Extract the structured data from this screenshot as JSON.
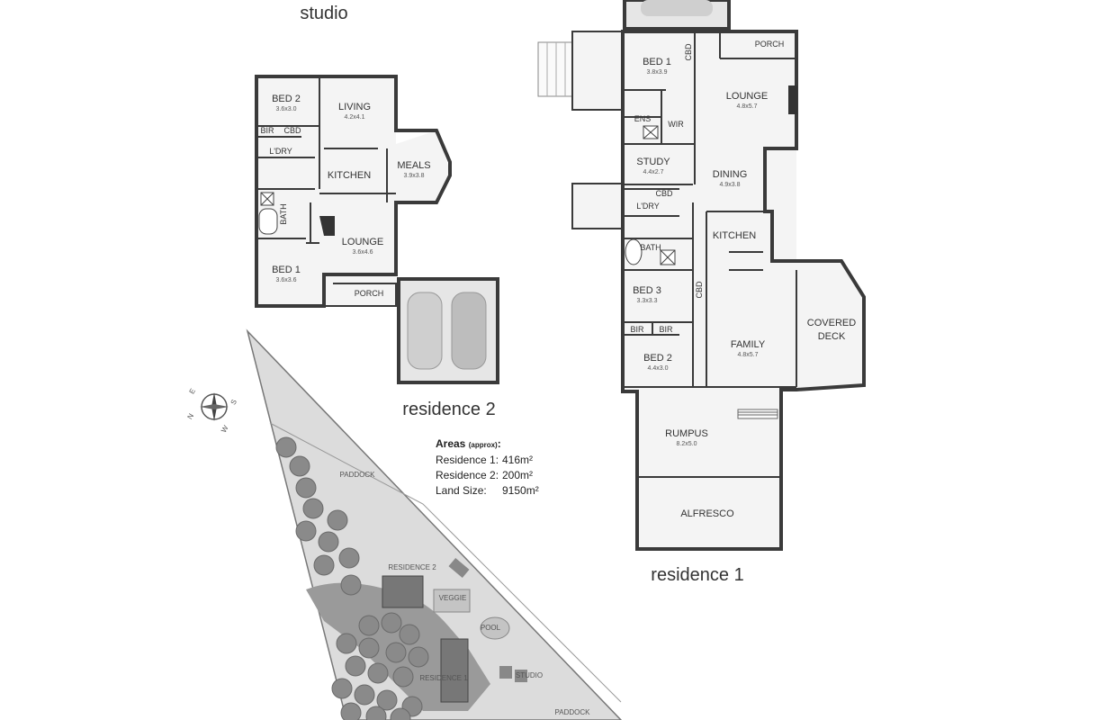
{
  "titles": {
    "studio": "studio",
    "residence2": "residence 2",
    "residence1": "residence 1"
  },
  "residence2": {
    "bed2": {
      "name": "BED 2",
      "dim": "3.6x3.0"
    },
    "living": {
      "name": "LIVING",
      "dim": "4.2x4.1"
    },
    "bir": "BIR",
    "cbd": "CBD",
    "ldry": "L'DRY",
    "kitchen": "KITCHEN",
    "meals": {
      "name": "MEALS",
      "dim": "3.9x3.8"
    },
    "bath": "BATH",
    "lounge": {
      "name": "LOUNGE",
      "dim": "3.6x4.6"
    },
    "bed1": {
      "name": "BED 1",
      "dim": "3.6x3.6"
    },
    "porch": "PORCH"
  },
  "residence1": {
    "bed1": {
      "name": "BED 1",
      "dim": "3.8x3.9"
    },
    "cbd_top": "CBD",
    "porch": "PORCH",
    "lounge": {
      "name": "LOUNGE",
      "dim": "4.8x5.7"
    },
    "ens": "ENS",
    "wir": "WIR",
    "study": {
      "name": "STUDY",
      "dim": "4.4x2.7"
    },
    "dining": {
      "name": "DINING",
      "dim": "4.9x3.8"
    },
    "cbd_mid": "CBD",
    "ldry": "L'DRY",
    "kitchen": "KITCHEN",
    "bath": "BATH",
    "bed3": {
      "name": "BED 3",
      "dim": "3.3x3.3"
    },
    "cbd_side": "CBD",
    "bir1": "BIR",
    "bir2": "BIR",
    "covered_deck": [
      "COVERED",
      "DECK"
    ],
    "family": {
      "name": "FAMILY",
      "dim": "4.8x5.7"
    },
    "bed2": {
      "name": "BED 2",
      "dim": "4.4x3.0"
    },
    "rumpus": {
      "name": "RUMPUS",
      "dim": "8.2x5.0"
    },
    "alfresco": "ALFRESCO"
  },
  "areas": {
    "heading": "Areas",
    "heading_note": "(approx)",
    "rows": [
      {
        "label": "Residence 1:",
        "value": "416m²"
      },
      {
        "label": "Residence 2:",
        "value": "200m²"
      },
      {
        "label": "Land Size:",
        "value": "9150m²"
      }
    ]
  },
  "site": {
    "paddock_top": "PADDOCK",
    "residence2": "RESIDENCE 2",
    "veggie": "VEGGIE",
    "pool": "POOL",
    "residence1": "RESIDENCE 1",
    "studio": "STUDIO",
    "paddock_bottom": "PADDOCK"
  },
  "compass": {
    "n": "N",
    "s": "S",
    "e": "E",
    "w": "W"
  }
}
